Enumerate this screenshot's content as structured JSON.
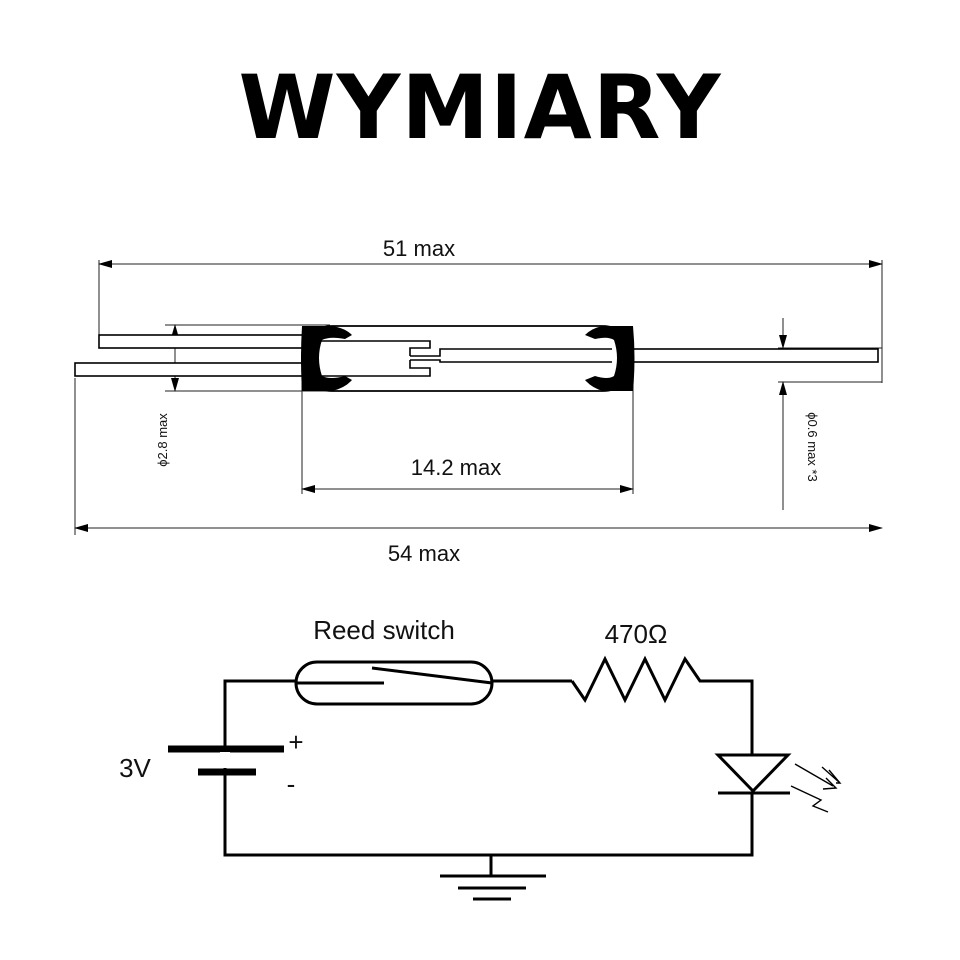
{
  "title": "WYMIARY",
  "dimensions": {
    "total_pin": "51 max",
    "total_length": "54 max",
    "glass_length": "14.2 max",
    "glass_diameter": "ϕ2.8 max",
    "lead_diameter": "ϕ0.6 max *3"
  },
  "circuit": {
    "switch_label": "Reed switch",
    "resistor_label": "470Ω",
    "battery_label": "3V",
    "plus": "+",
    "minus": "-"
  }
}
